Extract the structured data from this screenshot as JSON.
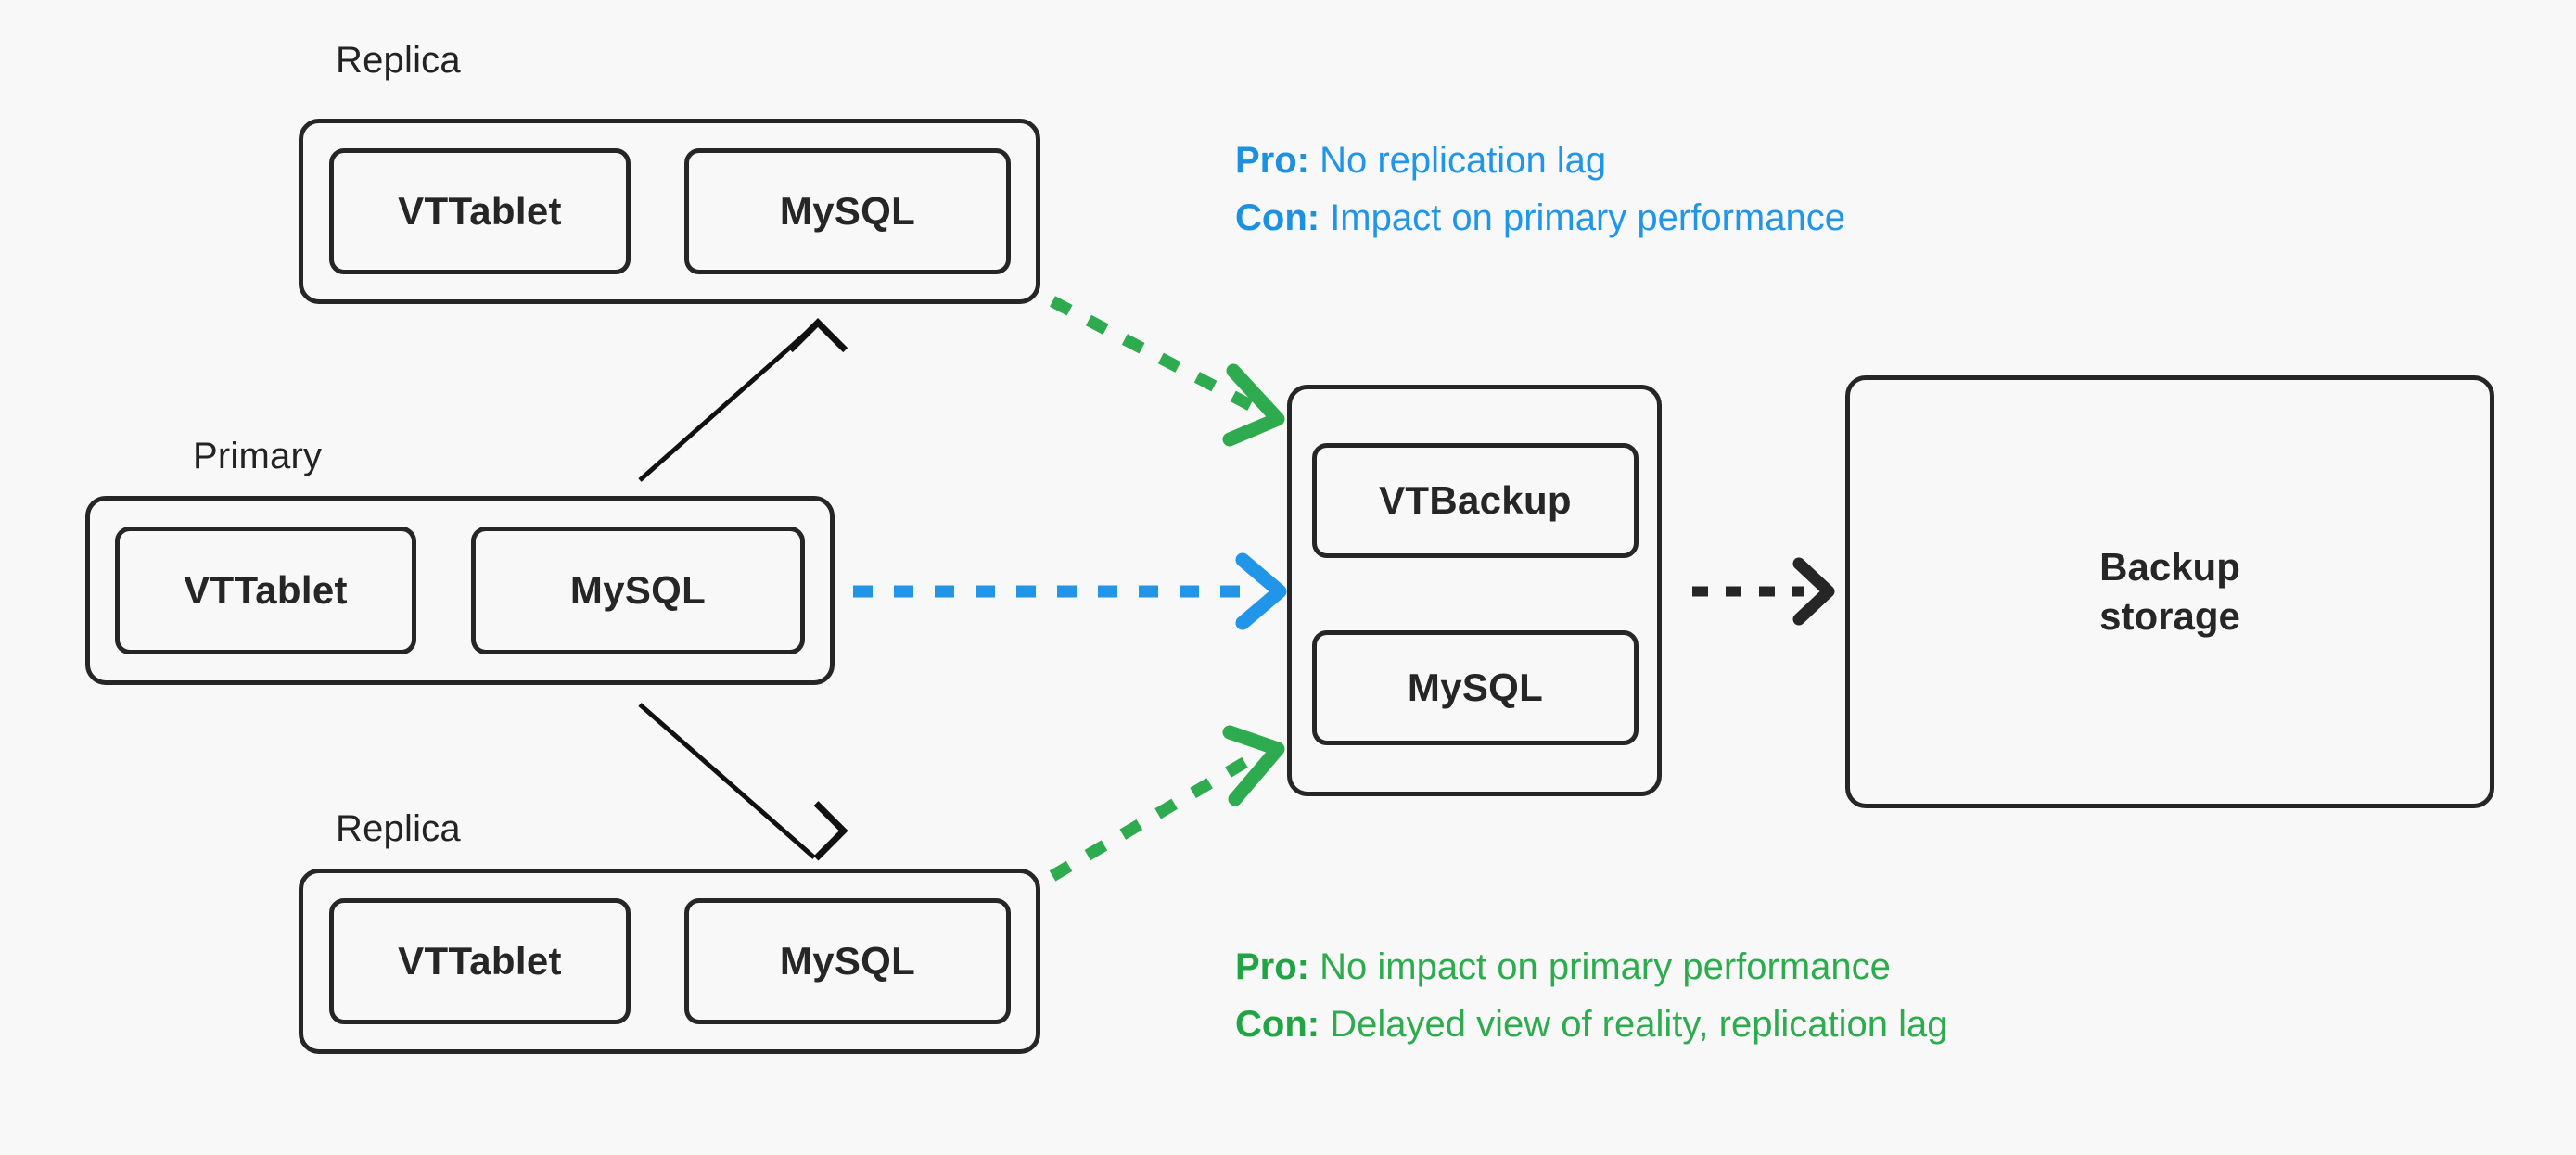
{
  "colors": {
    "background": "#f8f8f8",
    "stroke": "#262626",
    "blue": "#2196e8",
    "green": "#2fab4f"
  },
  "nodes": {
    "replica_top": {
      "label": "Replica",
      "components": [
        "VTTablet",
        "MySQL"
      ]
    },
    "primary": {
      "label": "Primary",
      "components": [
        "VTTablet",
        "MySQL"
      ]
    },
    "replica_bottom": {
      "label": "Replica",
      "components": [
        "VTTablet",
        "MySQL"
      ]
    },
    "vtbackup": {
      "components": [
        "VTBackup",
        "MySQL"
      ]
    },
    "storage": {
      "line1": "Backup",
      "line2": "storage"
    }
  },
  "annotations": {
    "top": {
      "pro_lead": "Pro:",
      "pro_text": " No replication lag",
      "con_lead": "Con:",
      "con_text": " Impact on primary performance"
    },
    "bottom": {
      "pro_lead": "Pro:",
      "pro_text": " No impact on primary performance",
      "con_lead": "Con:",
      "con_text": " Delayed view of reality, replication lag"
    }
  },
  "edges": [
    {
      "name": "primary-to-replica-top",
      "style": "solid",
      "color": "#111111",
      "direction": "one-way"
    },
    {
      "name": "primary-to-replica-bottom",
      "style": "solid",
      "color": "#111111",
      "direction": "one-way"
    },
    {
      "name": "replica-top-to-vtbackup",
      "style": "dashed",
      "color": "#2fab4f",
      "direction": "one-way"
    },
    {
      "name": "primary-to-vtbackup",
      "style": "dashed",
      "color": "#2196e8",
      "direction": "one-way"
    },
    {
      "name": "replica-bottom-to-vtbackup",
      "style": "dashed",
      "color": "#2fab4f",
      "direction": "one-way"
    },
    {
      "name": "vtbackup-to-storage",
      "style": "dashed",
      "color": "#262626",
      "direction": "one-way"
    },
    {
      "name": "vttablet-mysql-replica-top",
      "style": "solid",
      "color": "#111111",
      "direction": "two-way"
    },
    {
      "name": "vttablet-mysql-primary",
      "style": "solid",
      "color": "#111111",
      "direction": "two-way"
    },
    {
      "name": "vttablet-mysql-replica-bottom",
      "style": "solid",
      "color": "#111111",
      "direction": "two-way"
    },
    {
      "name": "vtbackup-mysql-internal",
      "style": "solid",
      "color": "#111111",
      "direction": "two-way"
    }
  ]
}
